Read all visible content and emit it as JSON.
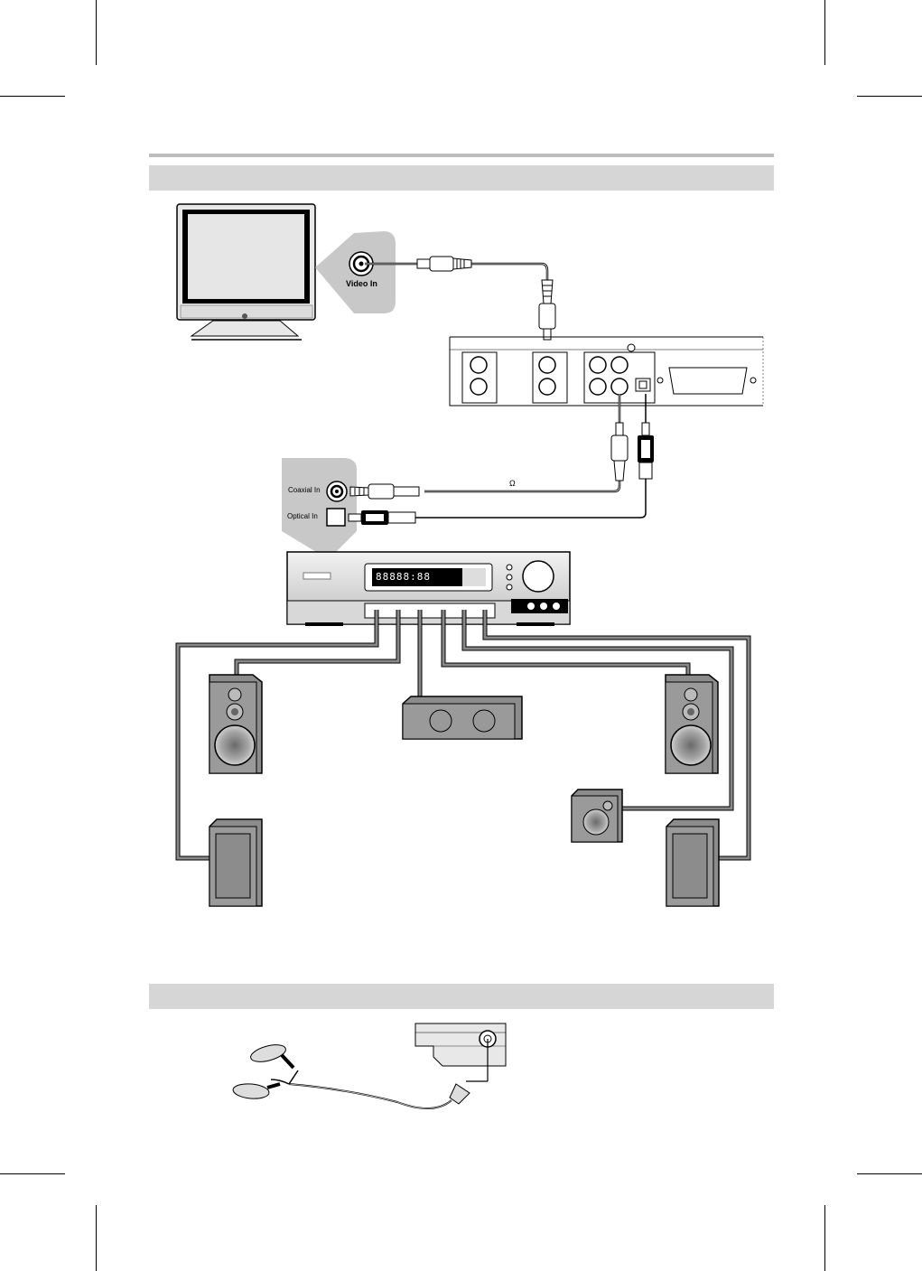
{
  "labels": {
    "video_in": "Video In",
    "coaxial_in": "Coaxial In",
    "optical_in": "Optical In",
    "ohm": "Ω",
    "display_digits": "88888:88"
  }
}
